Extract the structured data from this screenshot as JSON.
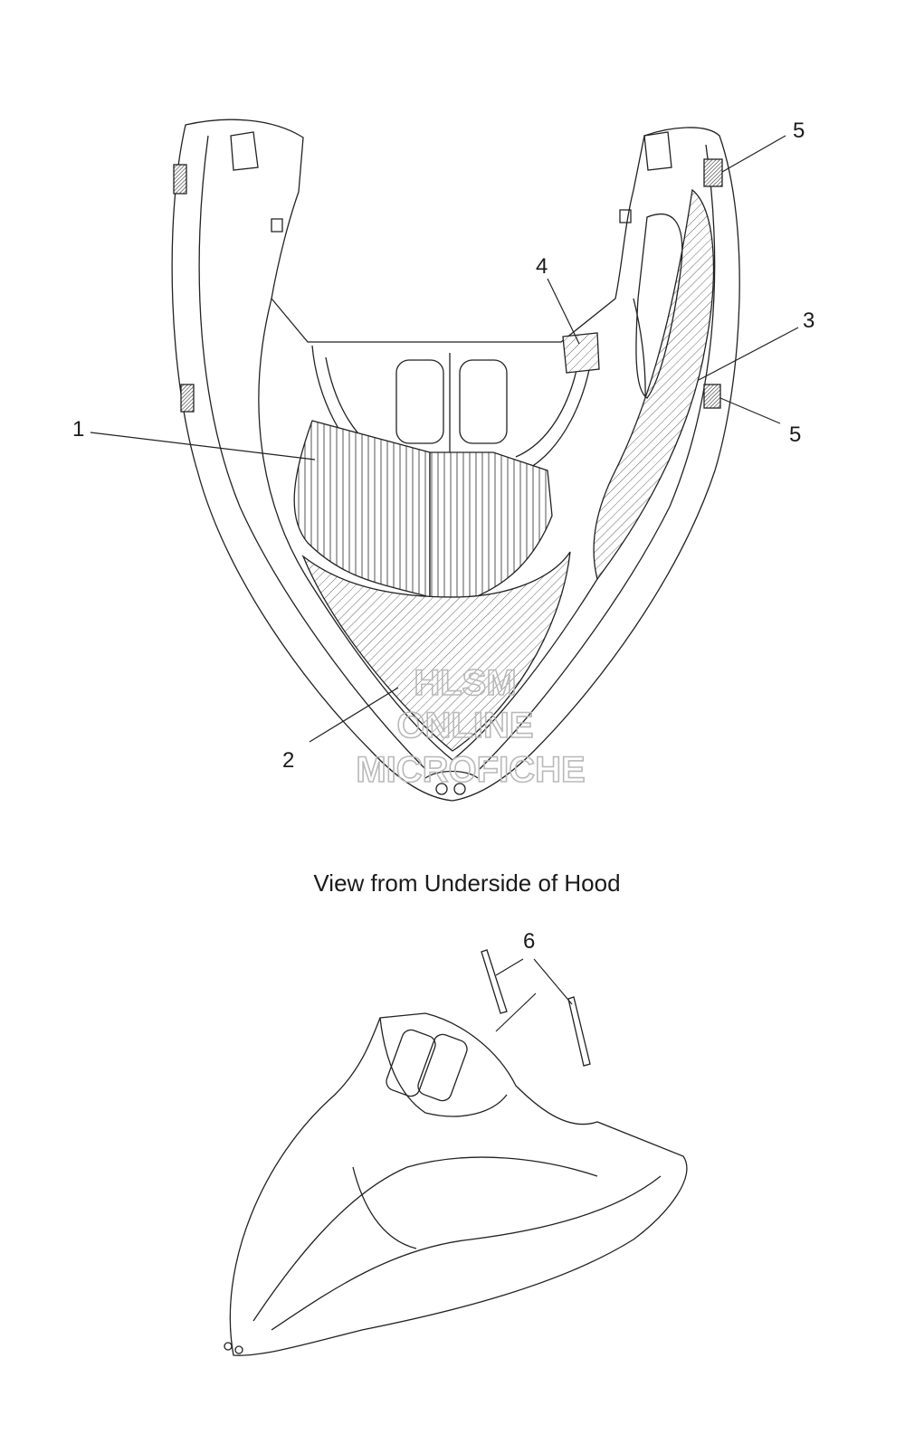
{
  "diagram": {
    "caption": "View from Underside of Hood",
    "callouts": [
      {
        "id": "c1",
        "label": "1"
      },
      {
        "id": "c2",
        "label": "2"
      },
      {
        "id": "c3",
        "label": "3"
      },
      {
        "id": "c4",
        "label": "4"
      },
      {
        "id": "c5a",
        "label": "5"
      },
      {
        "id": "c5b",
        "label": "5"
      },
      {
        "id": "c6",
        "label": "6"
      }
    ]
  },
  "watermark": {
    "line1": "HLSM",
    "line2": "ONLINE",
    "line3": "MICROFICHE"
  }
}
